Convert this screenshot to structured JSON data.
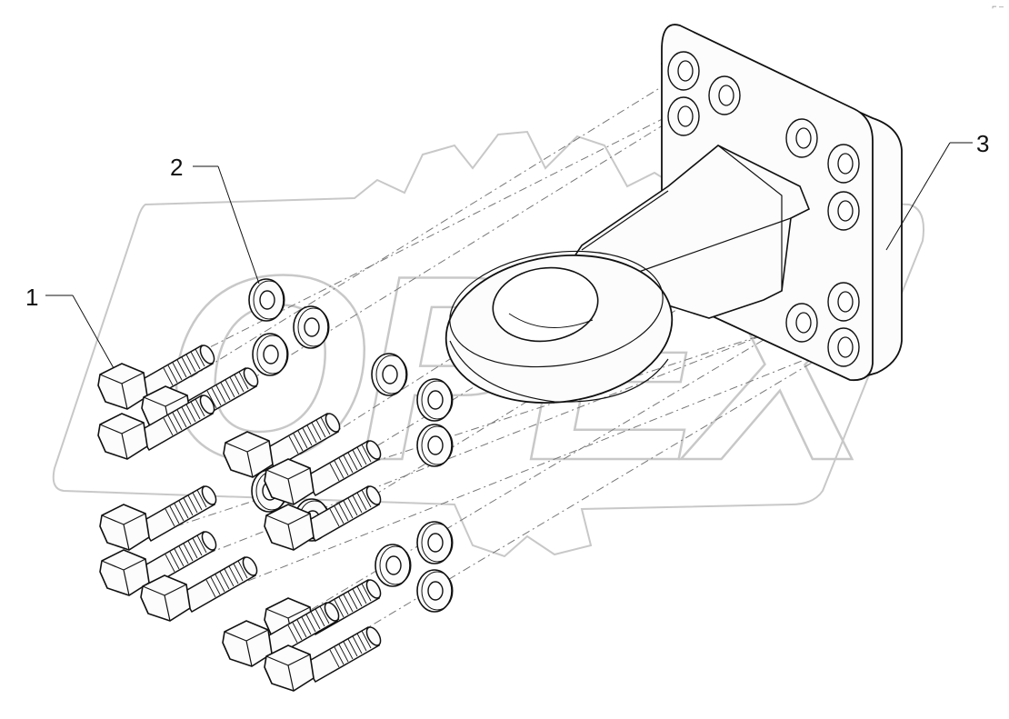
{
  "diagram": {
    "callouts": [
      {
        "id": "1",
        "label": "1"
      },
      {
        "id": "2",
        "label": "2"
      },
      {
        "id": "3",
        "label": "3"
      }
    ],
    "watermark": "OPEX",
    "corner_mark": "⌐ ‒"
  },
  "colors": {
    "line": "#111111",
    "part_fill": "#fcfcfc",
    "watermark": "#c8c8c8",
    "dash": "#777777"
  }
}
